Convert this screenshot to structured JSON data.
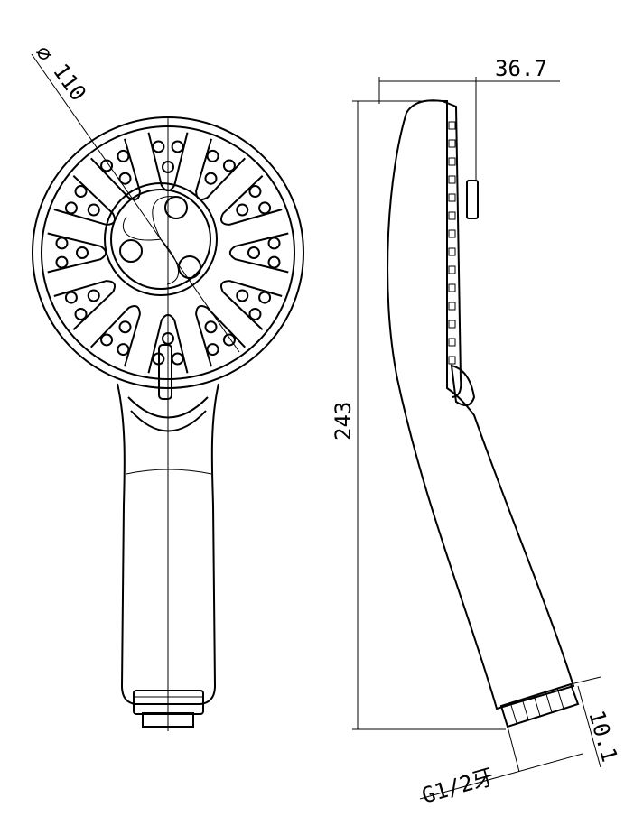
{
  "drawing": {
    "title": "Hand shower dimension drawing",
    "dimensions": {
      "diameter_symbol": "⌀",
      "diameter": "110",
      "depth": "36.7",
      "length": "243",
      "thread_length": "10.1",
      "thread_spec": "G1/2牙"
    },
    "units": "mm",
    "colors": {
      "line": "#000000",
      "background": "#ffffff"
    }
  }
}
